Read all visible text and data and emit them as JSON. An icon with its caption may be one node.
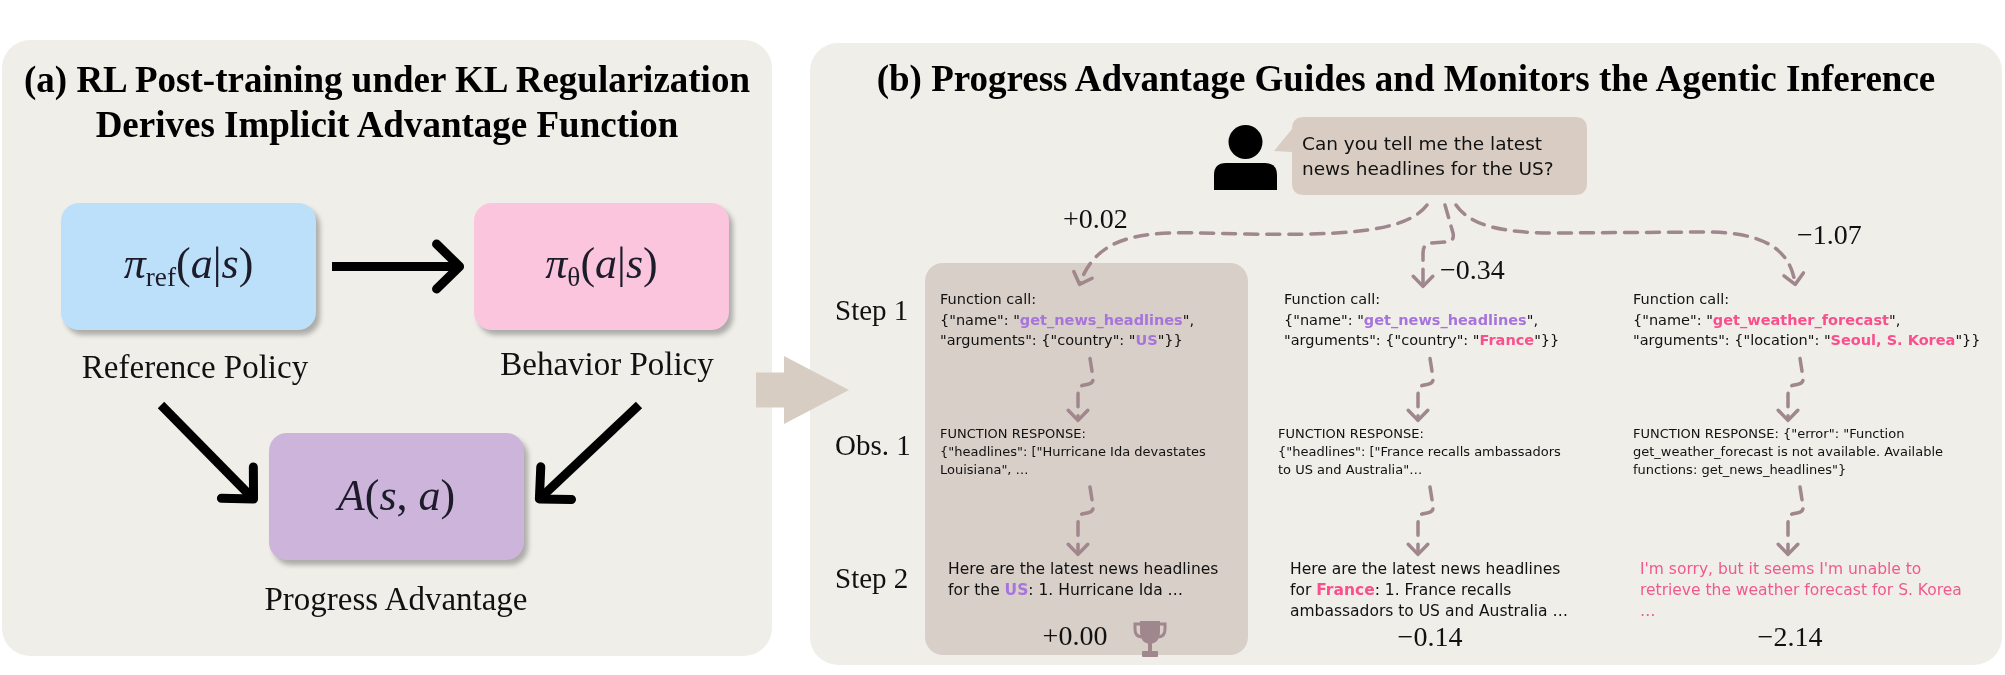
{
  "diagram": {
    "nodes": [
      {
        "text": [
          "(a) RL Post-training under KL Regularization Derives Implicit Advantage Function"
        ]
      },
      {
        "text": [
          "*π*$_{ref}$(*a*|*s*)"
        ],
        "in": 0,
        "beside": [
          "Reference Policy"
        ]
      },
      {
        "text": [
          "*π*$_{θ}$(*a*|*s*)"
        ],
        "in": 0,
        "beside": [
          "Behavior Policy"
        ]
      },
      {
        "text": [
          "*A*(*s*, *a*)"
        ],
        "in": 0,
        "beside": [
          "Progress Advantage"
        ]
      },
      {
        "text": [
          "(b) Progress Advantage Guides and Monitors the Agentic Inference"
        ]
      },
      {
        "text": [
          "Can you tell me the latest news headlines for the US?"
        ],
        "in": 4
      },
      {
        "text": [],
        "shape": "box",
        "in": 4
      },
      {
        "text": [
          "Function call:",
          "{\"name\": \"**get_news_headlines**\", \"arguments\": {\"country\": \"**US**\"}}"
        ],
        "in": 6
      },
      {
        "text": [
          "FUNCTION RESPONSE:",
          "{\"headlines\": [\"Hurricane Ida devastates Louisiana\", …"
        ],
        "in": 6
      },
      {
        "text": [
          "Here are the latest news headlines for the **US**: 1. Hurricane Ida …"
        ],
        "in": 6,
        "beside": [
          "+0.00"
        ]
      },
      {
        "text": [
          "Function call:",
          "{\"name\": \"**get_news_headlines**\", \"arguments\": {\"country\": \"**France**\"}}"
        ],
        "in": 4
      },
      {
        "text": [
          "FUNCTION RESPONSE:",
          "{\"headlines\": [\"France recalls ambassadors to US and Australia\"…"
        ],
        "in": 4
      },
      {
        "text": [
          "Here are the latest news headlines for **France**: 1. France recalls ambassadors to US and Australia …"
        ],
        "in": 4,
        "beside": [
          "−0.14"
        ]
      },
      {
        "text": [
          "Function call:",
          "{\"name\": \"**get_weather_forecast**\", \"arguments\": {\"location\": \"**Seoul, S. Korea**\"}}"
        ],
        "in": 4
      },
      {
        "text": [
          "FUNCTION RESPONSE: {\"error\": \"Function get_weather_forecast is not available. Available functions: get_news_headlines\"}"
        ],
        "in": 4
      },
      {
        "text": [
          "I'm sorry, but it seems I'm unable to retrieve the weather forecast for S. Korea …"
        ],
        "in": 4,
        "beside": [
          "−2.14"
        ]
      }
    ],
    "edges": [
      {
        "from": 1,
        "to": 2,
        "arrow": "to",
        "style": "thick",
        "color": "#000000"
      },
      {
        "from": 1,
        "to": 3,
        "arrow": "to",
        "style": "thick",
        "color": "#000000"
      },
      {
        "from": 2,
        "to": 3,
        "arrow": "to",
        "style": "thick",
        "color": "#000000"
      },
      {
        "from": 0,
        "to": 4,
        "arrow": "to",
        "style": "thick",
        "color": "#d8cdc3"
      },
      {
        "from": 5,
        "to": 7,
        "arrow": "to",
        "label": "+0.02",
        "style": "dashed"
      },
      {
        "from": 5,
        "to": 10,
        "arrow": "to",
        "label": "−0.34",
        "style": "dashed"
      },
      {
        "from": 5,
        "to": 13,
        "arrow": "to",
        "label": "−1.07",
        "style": "dashed"
      },
      {
        "from": 7,
        "to": 8,
        "arrow": "to",
        "style": "dashed"
      },
      {
        "from": 8,
        "to": 9,
        "arrow": "to",
        "style": "dashed"
      },
      {
        "from": 10,
        "to": 11,
        "arrow": "to",
        "style": "dashed"
      },
      {
        "from": 11,
        "to": 12,
        "arrow": "to",
        "style": "dashed"
      },
      {
        "from": 13,
        "to": 14,
        "arrow": "to",
        "style": "dashed"
      },
      {
        "from": 14,
        "to": 15,
        "arrow": "to",
        "style": "dashed"
      }
    ],
    "labels": [
      "Step 1",
      "Obs. 1",
      "Step 2"
    ]
  }
}
